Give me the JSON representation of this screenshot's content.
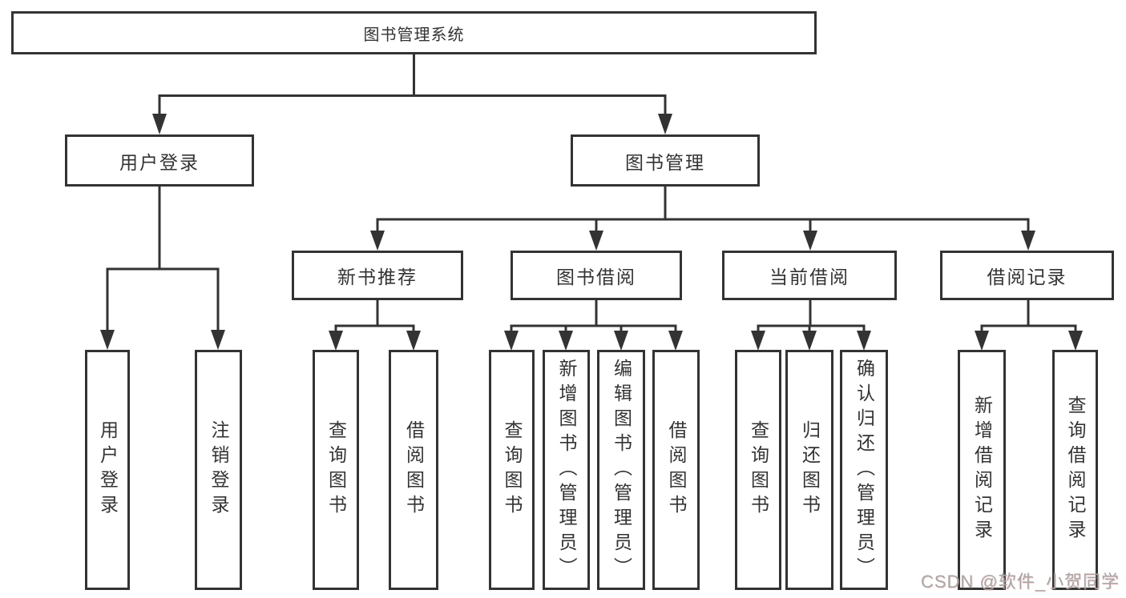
{
  "diagram": {
    "title": {
      "label": "图书管理系统"
    },
    "level1": {
      "user_login": {
        "label": "用户登录"
      },
      "book_mgmt": {
        "label": "图书管理"
      }
    },
    "level2": {
      "new_book": {
        "label": "新书推荐"
      },
      "borrow": {
        "label": "图书借阅"
      },
      "current": {
        "label": "当前借阅"
      },
      "records": {
        "label": "借阅记录"
      }
    },
    "leaves": {
      "user_login": [
        "用户登录",
        "注销登录"
      ],
      "new_book": [
        "查询图书",
        "借阅图书"
      ],
      "borrow": [
        "查询图书",
        "新增图书（管理员）",
        "编辑图书（管理员）",
        "借阅图书"
      ],
      "current": [
        "查询图书",
        "归还图书",
        "确认归还（管理员）"
      ],
      "records": [
        "新增借阅记录",
        "查询借阅记录"
      ]
    }
  },
  "watermark": {
    "text": "CSDN @软件_小贺同学"
  },
  "colors": {
    "line": "#333333",
    "text": "#333333",
    "background": "#ffffff",
    "watermark": "#a6a6a6"
  }
}
